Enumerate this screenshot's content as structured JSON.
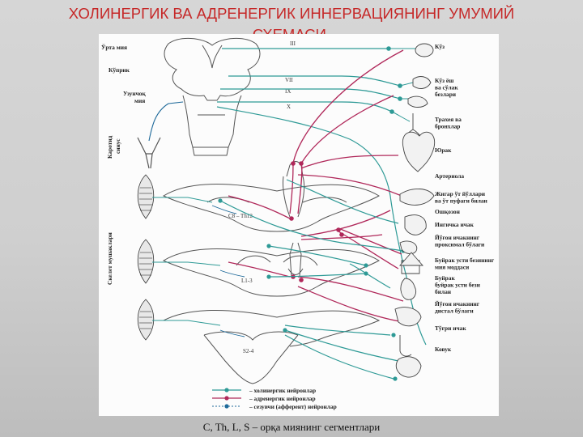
{
  "title": {
    "line1": "ХОЛИНЕРГИК ВА АДРЕНЕРГИК ИННЕРВАЦИЯНИНГ УМУМИЙ",
    "line2": "СХЕМАСИ."
  },
  "caption": "C, Th, L, S – орқа миянинг сегментлари",
  "colors": {
    "cholinergic": "#2e9a96",
    "adrenergic": "#b0285a",
    "afferent": "#1f6a9a",
    "outline": "#555555",
    "title": "#c62828"
  },
  "left_labels": {
    "midbrain": "Ўрта мия",
    "pons": "Кўприк",
    "medulla_1": "Узунчоқ",
    "medulla_2": "мия",
    "sinus_1": "Каротид",
    "sinus_2": "синус",
    "muscles": "Скелет мушаклари"
  },
  "cranial_nerves": [
    "III",
    "VII",
    "IX",
    "X"
  ],
  "segments": [
    "C8 – Th12",
    "L1-3",
    "S2-4"
  ],
  "organs": [
    [
      "Кўз"
    ],
    [
      "Кўз ёш",
      "ва сўлак",
      "безлари"
    ],
    [
      "Трахея ва",
      "бронхлар"
    ],
    [
      "Юрак"
    ],
    [
      "Артериола"
    ],
    [
      "Жигар ўт йўллари",
      "ва ўт пуфаги билан"
    ],
    [
      "Ошқозон"
    ],
    [
      "Ингичка ичак"
    ],
    [
      "Йўғон ичакнинг",
      "проксимал бўлаги"
    ],
    [
      "Буйрак усти безининг",
      "мия моддаси"
    ],
    [
      "Буйрак",
      "буйрак усти бези",
      "билан"
    ],
    [
      "Йўғон ичакнинг",
      "дистал бўлаги"
    ],
    [
      "Тўғри ичак"
    ],
    [
      "Ковук"
    ]
  ],
  "legend": [
    "– холинергик нейронлар",
    "– адренергик нейронлар",
    "– сезувчи (афферент) нейронлар"
  ]
}
